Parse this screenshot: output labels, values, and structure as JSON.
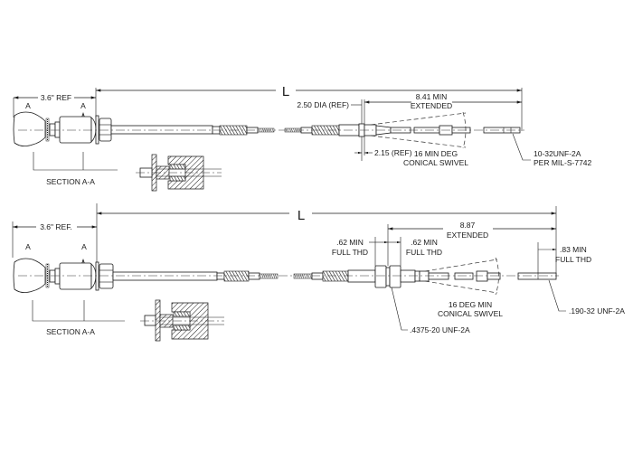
{
  "figure": {
    "title": "Push-pull control cable assembly drawings",
    "top_view": {
      "overall_length_label": "L",
      "knob_length_label": "3.6\" REF",
      "section_marker_left": "A",
      "section_marker_right": "A",
      "section_label": "SECTION A-A",
      "bulkhead_dia_label": "2.50 DIA (REF)",
      "ref_offset_label": "2.15 (REF)",
      "extended_value": "8.41 MIN",
      "extended_label": "EXTENDED",
      "swivel_line1": "16 MIN DEG",
      "swivel_line2": "CONICAL SWIVEL",
      "thread_line1": "10-32UNF-2A",
      "thread_line2": "PER MIL-S-7742"
    },
    "bottom_view": {
      "overall_length_label": "L",
      "knob_length_label": "3.6\" REF.",
      "section_marker_left": "A",
      "section_marker_right": "A",
      "section_label": "SECTION A-A",
      "left_thread_value": ".62 MIN",
      "left_thread_label": "FULL THD",
      "right_thread_value": ".62 MIN",
      "right_thread_label": "FULL THD",
      "extended_value": "8.87",
      "extended_label": "EXTENDED",
      "end_thread_value": ".83 MIN",
      "end_thread_label": "FULL THD",
      "swivel_line1": "16  DEG MIN",
      "swivel_line2": "CONICAL SWIVEL",
      "bulkhead_thread": ".4375-20 UNF-2A",
      "end_thread": ".190-32 UNF-2A"
    }
  }
}
